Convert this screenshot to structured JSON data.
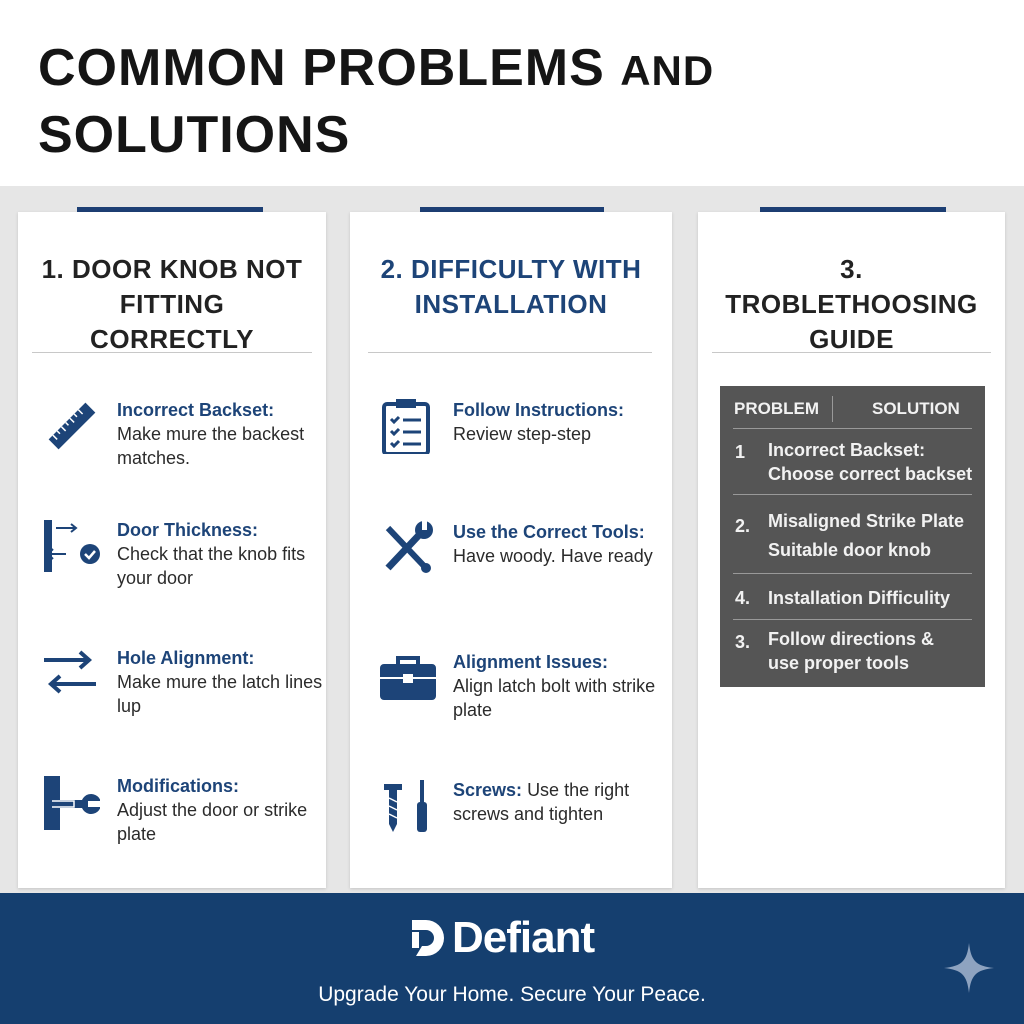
{
  "header": {
    "title_line1": "COMMON PROBLEMS",
    "title_and": "AND",
    "title_line2": "SOLUTIONS"
  },
  "columns": [
    {
      "title": "1. DOOR KNOB NOT FITTING CORRECTLY",
      "items": [
        {
          "icon": "ruler-icon",
          "title": "Incorrect Backset:",
          "text": "Make mure the backest matches."
        },
        {
          "icon": "door-thickness-check-icon",
          "title": "Door Thickness:",
          "text": "Check that the knob fits your door"
        },
        {
          "icon": "swap-arrows-icon",
          "title": "Hole Alignment:",
          "text": "Make mure the latch lines lup"
        },
        {
          "icon": "door-wrench-icon",
          "title": "Modifications:",
          "text": "Adjust the door or strike plate"
        }
      ]
    },
    {
      "title": "2. DIFFICULTY WITH INSTALLATION",
      "items": [
        {
          "icon": "clipboard-checklist-icon",
          "title": "Follow Instructions:",
          "text": "Review step-step"
        },
        {
          "icon": "wrench-screwdriver-icon",
          "title": "Use the Correct Tools:",
          "text": "Have woody. Have ready"
        },
        {
          "icon": "toolbox-icon",
          "title": "Alignment Issues:",
          "text": "Align latch bolt with strike plate"
        },
        {
          "icon": "screw-icon",
          "title": "Screws:",
          "text": "Use the right screws and tighten"
        }
      ]
    },
    {
      "title": "3. TROBLETHOOSING GUIDE",
      "table": {
        "headers": [
          "PROBLEM",
          "SOLUTION"
        ],
        "rows": [
          {
            "num": "1",
            "lines": [
              "Incorrect Backset:",
              "Choose correct backset"
            ]
          },
          {
            "num": "2.",
            "lines": [
              "Misaligned Strike Plate",
              "Suitable door knob"
            ]
          },
          {
            "num": "4.",
            "lines": [
              "Installation Difficulity"
            ]
          },
          {
            "num": "3.",
            "lines": [
              "Follow directions &",
              "use proper tools"
            ]
          }
        ]
      }
    }
  ],
  "footer": {
    "brand": "Defiant",
    "tagline": "Upgrade Your Home. Secure Your Peace.",
    "icon": "sparkle-icon"
  },
  "colors": {
    "navy": "#1d3f74",
    "footer": "#153f6f",
    "table": "#555555"
  }
}
